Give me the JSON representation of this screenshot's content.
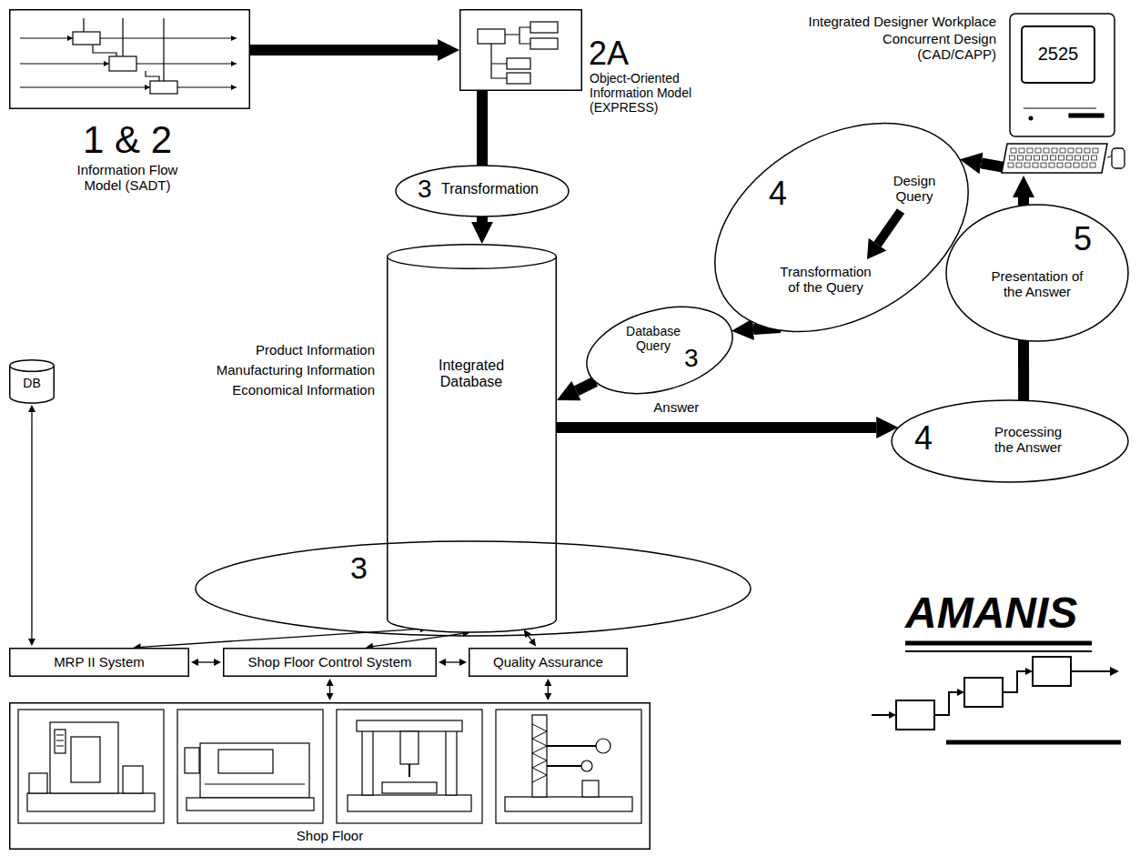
{
  "diagram": {
    "nodes": [
      {
        "text": [
          "1 & 2",
          "Information Flow Model (SADT)"
        ]
      },
      {
        "text": [
          "2A",
          "Object-Oriented Information Model (EXPRESS)"
        ]
      },
      {
        "text": [
          "3",
          "Transformation"
        ]
      },
      {
        "text": [
          "Integrated Database"
        ]
      },
      {
        "text": [
          "Integrated Designer Workplace",
          "Concurrent Design (CAD/CAPP)"
        ]
      },
      {
        "text": [
          "4",
          "Design Query",
          "Transformation of the Query"
        ]
      },
      {
        "text": [
          "Database Query",
          "3"
        ]
      },
      {
        "text": [
          "5",
          "Presentation of the Answer"
        ]
      },
      {
        "text": [
          "4",
          "Processing the Answer"
        ]
      },
      {
        "text": [
          "3"
        ]
      },
      {
        "text": [
          "DB"
        ]
      },
      {
        "text": [
          "MRP II System"
        ]
      },
      {
        "text": [
          "Shop Floor Control System"
        ]
      },
      {
        "text": [
          "Quality Assurance"
        ]
      },
      {
        "text": [
          "Shop Floor"
        ]
      }
    ],
    "edges": [
      {
        "from": 0,
        "to": 1,
        "arrow": "to"
      },
      {
        "from": 1,
        "to": 2,
        "arrow": "none"
      },
      {
        "from": 2,
        "to": 3,
        "arrow": "to"
      },
      {
        "from": 4,
        "to": 5,
        "arrow": "to"
      },
      {
        "from": 5,
        "to": 6,
        "arrow": "to"
      },
      {
        "from": 6,
        "to": 3,
        "arrow": "to"
      },
      {
        "from": 3,
        "to": 8,
        "label": "Answer",
        "arrow": "to"
      },
      {
        "from": 8,
        "to": 7,
        "arrow": "none"
      },
      {
        "from": 7,
        "to": 4,
        "arrow": "to"
      },
      {
        "from": 10,
        "to": 11,
        "arrow": "both"
      },
      {
        "from": 3,
        "to": 11,
        "arrow": "both"
      },
      {
        "from": 3,
        "to": 12,
        "arrow": "both"
      },
      {
        "from": 3,
        "to": 13,
        "arrow": "both"
      },
      {
        "from": 11,
        "to": 12,
        "arrow": "both"
      },
      {
        "from": 12,
        "to": 13,
        "arrow": "both"
      },
      {
        "from": 12,
        "to": 14,
        "arrow": "both"
      },
      {
        "from": 13,
        "to": 14,
        "arrow": "both"
      }
    ],
    "labels": [
      "2525",
      "Product Information",
      "Manufacturing Information",
      "Economical Information",
      "AMANIS"
    ]
  }
}
